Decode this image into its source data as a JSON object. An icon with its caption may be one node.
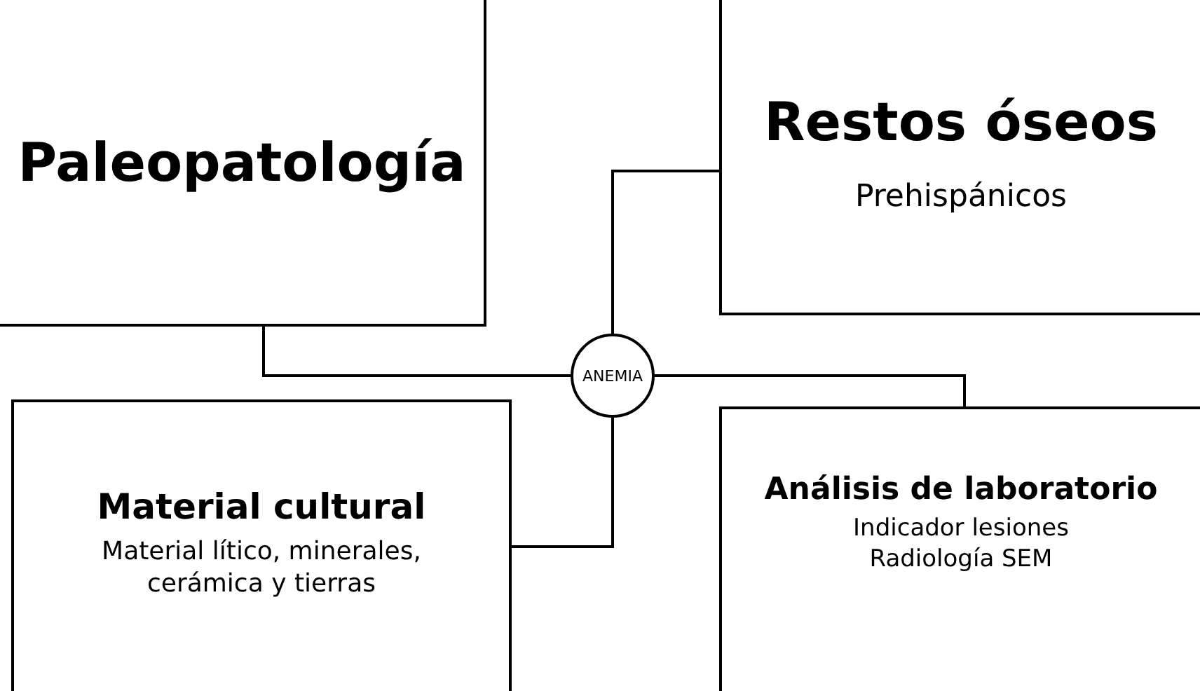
{
  "diagram": {
    "nodes": [
      {
        "text": [
          "Paleopatología"
        ]
      },
      {
        "text": [
          "Restos óseos",
          "Prehispánicos"
        ]
      },
      {
        "text": [
          "ANEMIA"
        ]
      },
      {
        "text": [
          "Material cultural",
          "Material lítico, minerales, cerámica y tierras"
        ]
      },
      {
        "text": [
          "Análisis de laboratorio",
          "Indicador lesiones Radiología SEM"
        ]
      }
    ],
    "edges": [
      {
        "from": 0,
        "to": 2,
        "arrow": "none"
      },
      {
        "from": 1,
        "to": 2,
        "arrow": "none"
      },
      {
        "from": 3,
        "to": 2,
        "arrow": "none"
      },
      {
        "from": 4,
        "to": 2,
        "arrow": "none"
      }
    ]
  }
}
